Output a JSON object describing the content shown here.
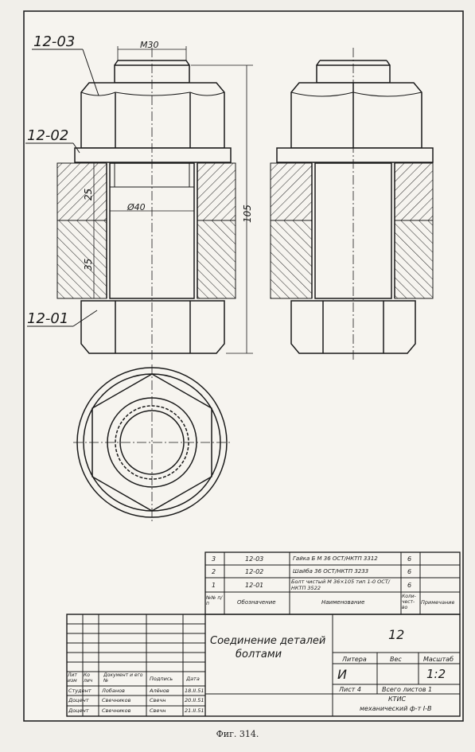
{
  "labels": {
    "pos_nut": "12-03",
    "pos_washer": "12-02",
    "pos_bolt": "12-01",
    "dim_thread": "M30",
    "dim_diameter": "Ø40",
    "dim_length": "105",
    "dim_25": "25",
    "dim_35": "35"
  },
  "spec": {
    "rows": [
      {
        "pos": "3",
        "designation": "12-03",
        "name": "Гайка Б М 36 ОСТ/НКТП 3312",
        "qty": "6",
        "note": ""
      },
      {
        "pos": "2",
        "designation": "12-02",
        "name": "Шайба 36 ОСТ/НКТП 3233",
        "qty": "6",
        "note": ""
      },
      {
        "pos": "1",
        "designation": "12-01",
        "name": "Болт чистый М 36×105 тип 1-0 ОСТ/НКТП 3522",
        "qty": "6",
        "note": ""
      }
    ],
    "header": {
      "pos": "№№ п/п",
      "designation": "Обозначение",
      "name": "Наименование",
      "qty": "Коли-чест-во",
      "note": "Примечание"
    }
  },
  "title_block": {
    "title_line1": "Соединение деталей",
    "title_line2": "болтами",
    "doc_number": "12",
    "col_litera": "Литера",
    "col_weight": "Вес",
    "col_scale": "Масштаб",
    "litera_value": "И",
    "scale_value": "1:2",
    "sheet": "Лист 4",
    "sheets_total": "Всего листов 1",
    "org_line1": "КТИС",
    "org_line2": "механический ф-т I-В",
    "sig_headers": {
      "change": "Лит изм",
      "num": "Ко лич",
      "doc": "Документ и его №",
      "sign": "Подпись",
      "date": "Дата"
    },
    "signatures": [
      {
        "role": "Студент",
        "name": "Лобанов",
        "sign": "Алёнов",
        "date": "18.II.51"
      },
      {
        "role": "Доцент",
        "name": "Свечников",
        "sign": "Свечн",
        "date": "20.II.51"
      },
      {
        "role": "Доцент",
        "name": "Свечников",
        "sign": "Свечн",
        "date": "21.II.51"
      }
    ]
  },
  "caption": "Фиг. 314."
}
